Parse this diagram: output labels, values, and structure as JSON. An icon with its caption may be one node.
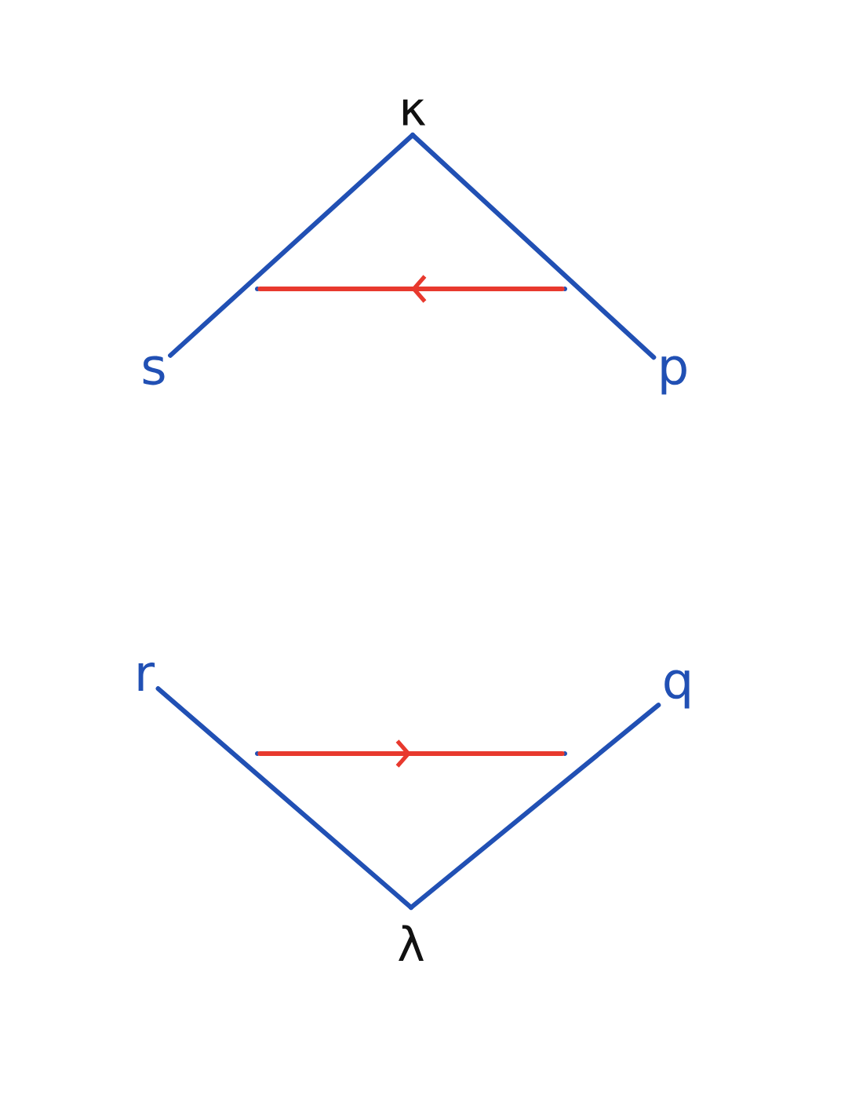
{
  "diagram": {
    "nodes": [
      {
        "text": [
          "κ"
        ]
      },
      {
        "text": [
          "s"
        ]
      },
      {
        "text": [
          "p"
        ]
      },
      {
        "text": [],
        "shape": "point"
      },
      {
        "text": [],
        "shape": "point"
      },
      {
        "text": [
          "r"
        ]
      },
      {
        "text": [
          "q"
        ]
      },
      {
        "text": [],
        "shape": "point"
      },
      {
        "text": [],
        "shape": "point"
      },
      {
        "text": [
          "λ"
        ]
      }
    ],
    "edges": [
      {
        "from": 0,
        "to": 1,
        "arrow": "none"
      },
      {
        "from": 0,
        "to": 2,
        "arrow": "none"
      },
      {
        "from": 4,
        "to": 3,
        "arrow": "to",
        "color": "#e8392e"
      },
      {
        "from": 5,
        "to": 9,
        "arrow": "none"
      },
      {
        "from": 9,
        "to": 6,
        "arrow": "none"
      },
      {
        "from": 7,
        "to": 8,
        "arrow": "to",
        "color": "#e8392e"
      }
    ]
  }
}
